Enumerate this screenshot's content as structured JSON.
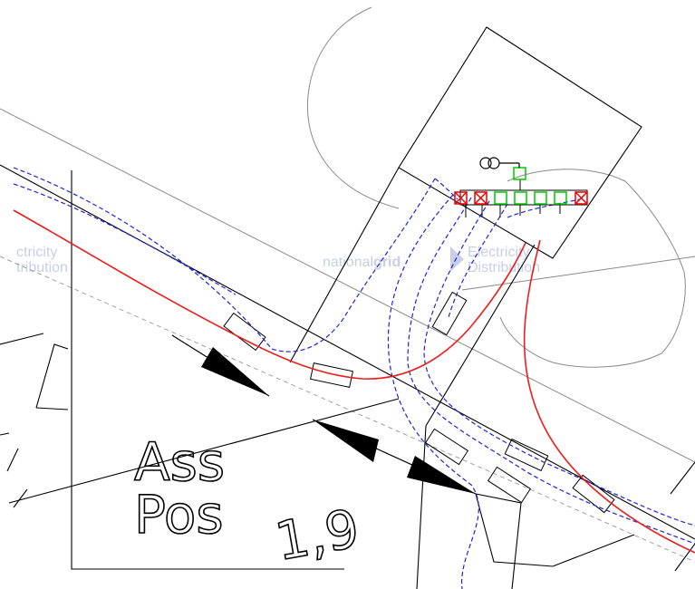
{
  "drawing": {
    "text_line1": "Ass",
    "text_line2": "Pos",
    "number": "1,9"
  },
  "watermark": {
    "left_line1": "ctricity",
    "left_line2": "tribution",
    "brand_light": "national",
    "brand_bold": "grid",
    "right_line1": "Electricity",
    "right_line2": "Distribution",
    "color": "#c9cfe6"
  },
  "colors": {
    "lines": "#000000",
    "cable_red": "#ee1c1c",
    "dashed_blue": "#1d26d8",
    "boundary_grey": "#8a8a8a",
    "switch_green": "#00c800",
    "fuse_red": "#e60000"
  }
}
